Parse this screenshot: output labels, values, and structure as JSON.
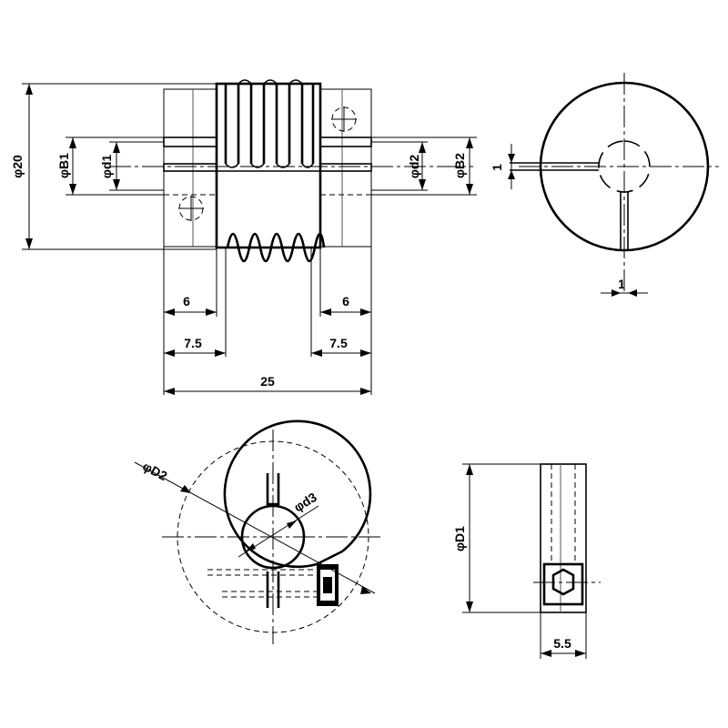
{
  "labels": {
    "outer_diameter": "φ20",
    "bore_b1": "φB1",
    "bore_d1": "φd1",
    "bore_d2": "φd2",
    "bore_b2": "φB2",
    "hub_left_a": "6",
    "hub_right_a": "6",
    "hub_left_b": "7.5",
    "hub_right_b": "7.5",
    "total_length": "25",
    "slit_width_v": "1",
    "slit_width_h": "1",
    "d2_circle": "φD2",
    "d3_bore": "φd3",
    "d1_side": "φD1",
    "screw_offset": "5.5"
  }
}
